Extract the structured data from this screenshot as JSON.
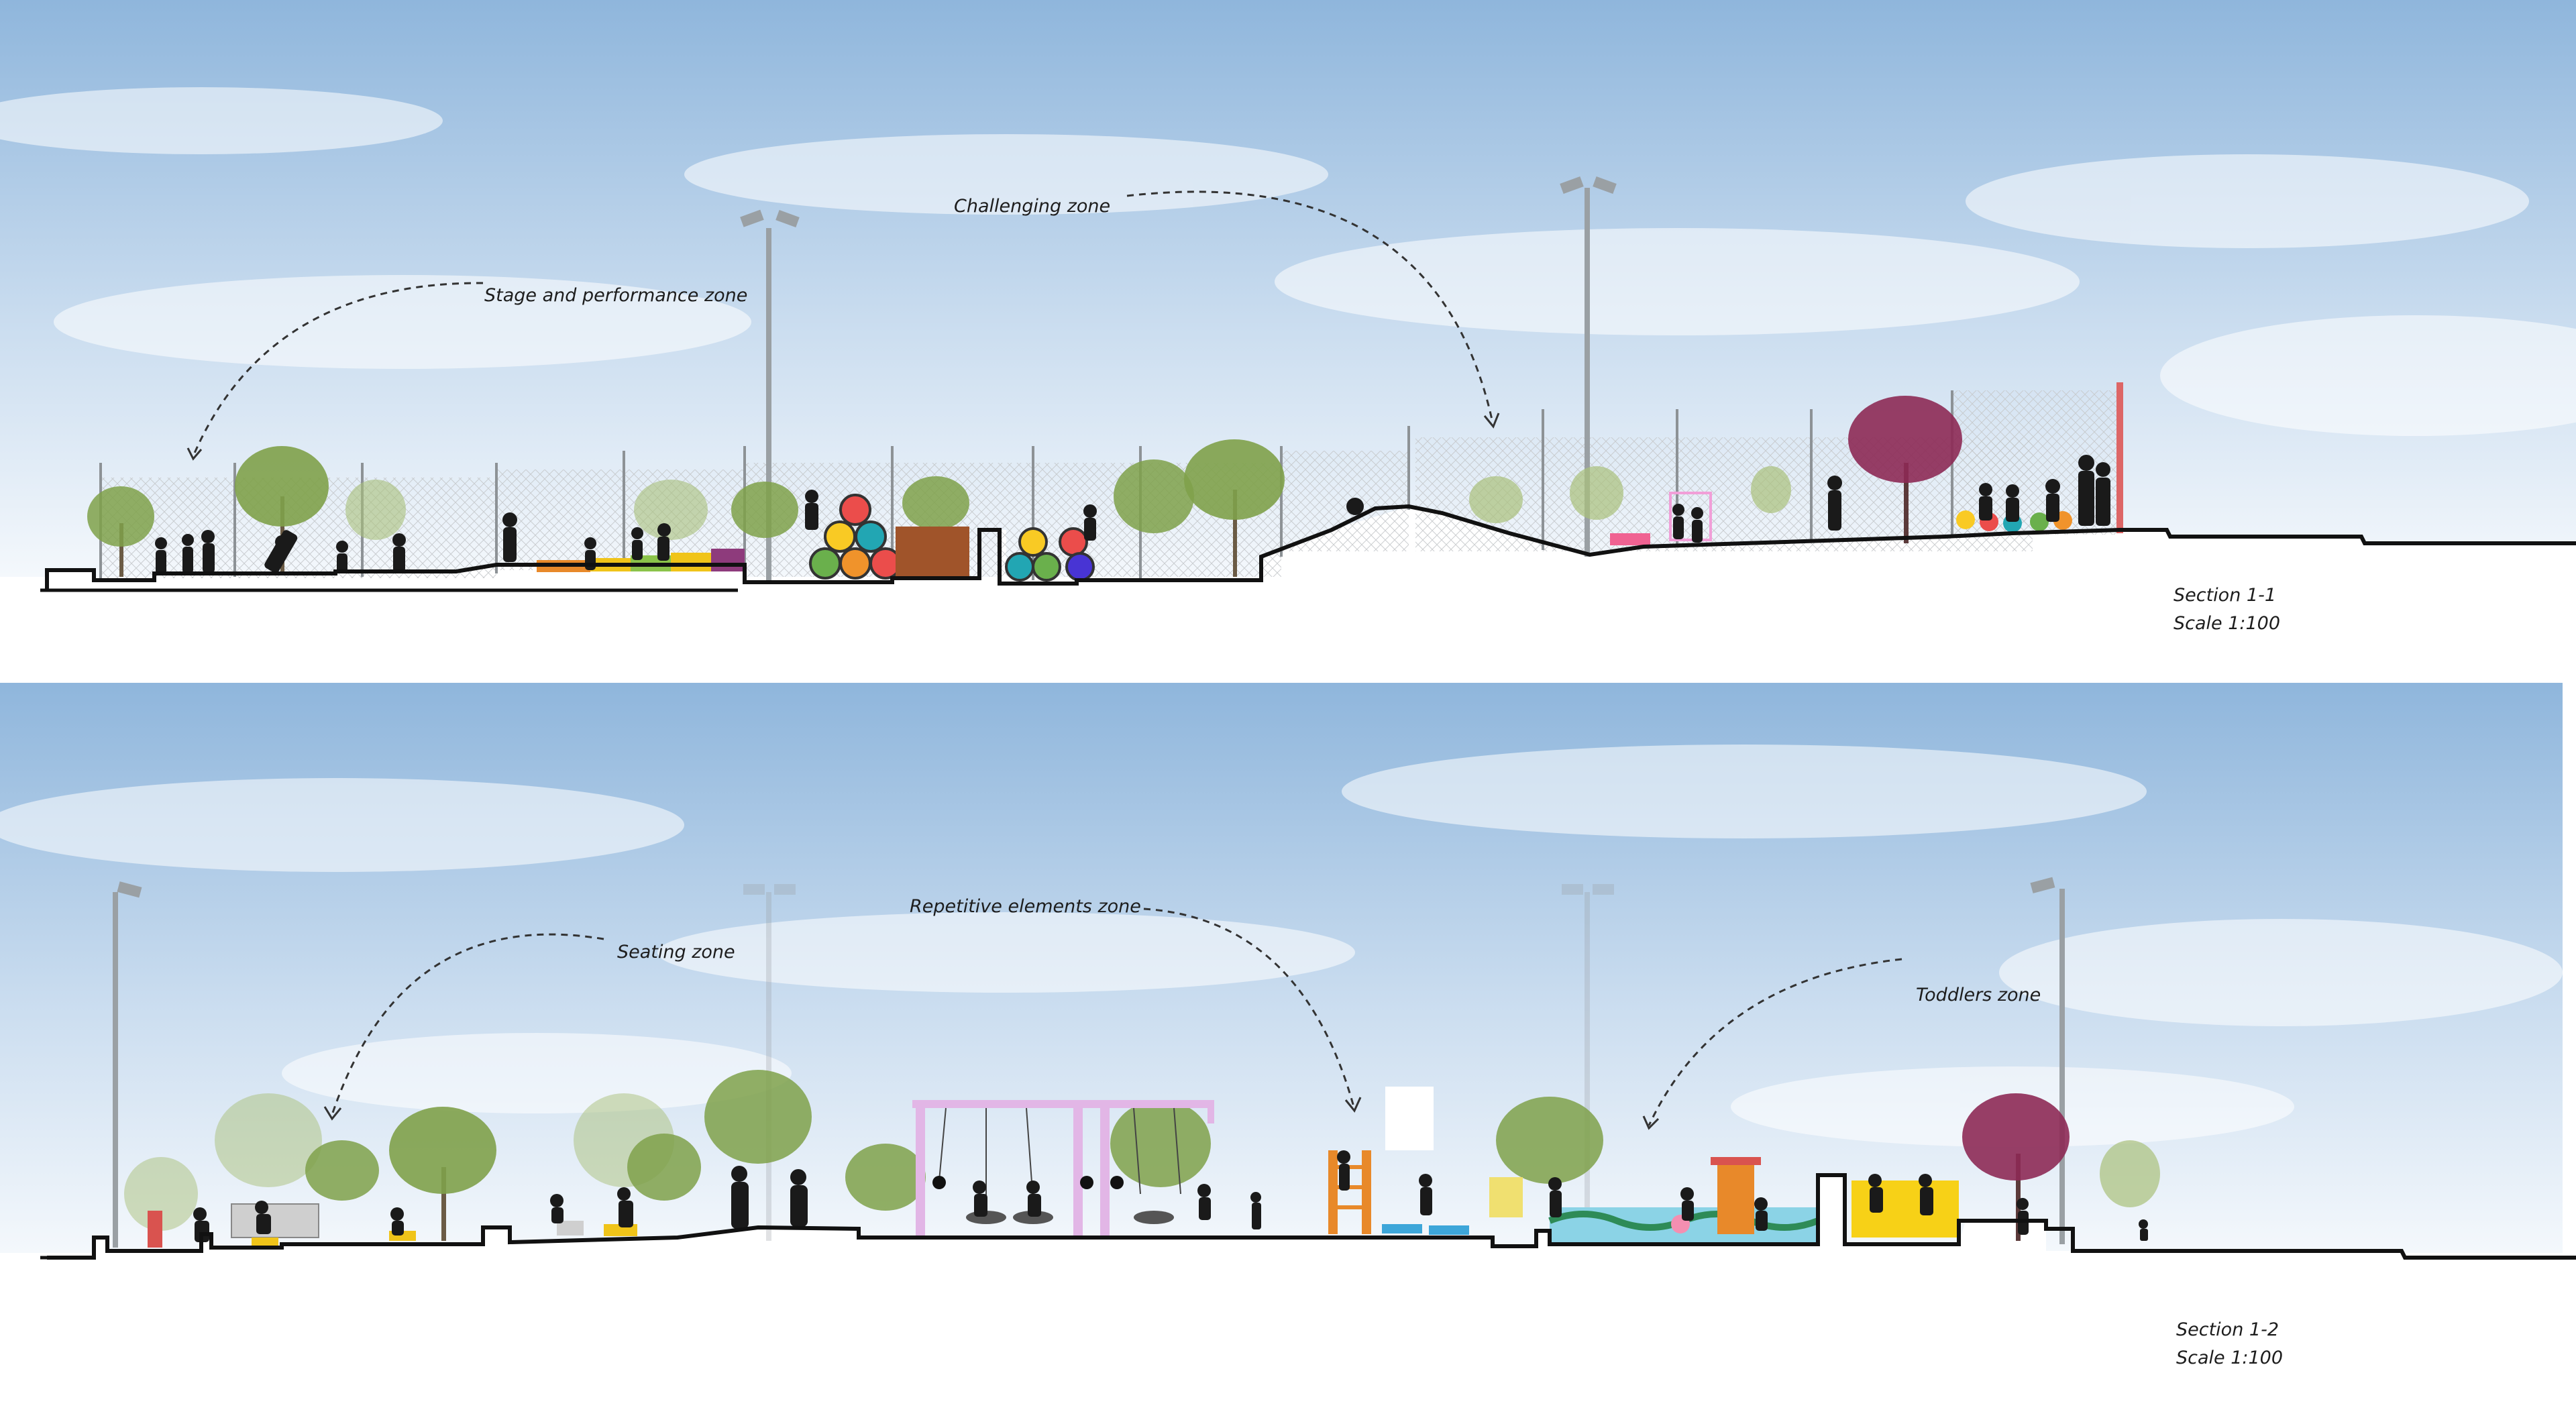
{
  "section_1": {
    "zones": {
      "stage": "Stage and performance zone",
      "challenging": "Challenging zone"
    },
    "caption": {
      "title": "Section 1-1",
      "scale": "Scale 1:100"
    }
  },
  "section_2": {
    "zones": {
      "seating": "Seating zone",
      "repetitive": "Repetitive elements zone",
      "toddlers": "Toddlers zone"
    },
    "caption": {
      "title": "Section 1-2",
      "scale": "Scale 1:100"
    }
  },
  "colors": {
    "sky_top": "#8fb6dc",
    "sky_bottom": "#eef4fa",
    "ground_line": "#111111",
    "tree_green": "#7fa14a",
    "tree_purple": "#8d2a55",
    "fence": "#b9bdc0",
    "silhouette": "#1a1a1a",
    "swing_frame": "#e2b6e6"
  }
}
